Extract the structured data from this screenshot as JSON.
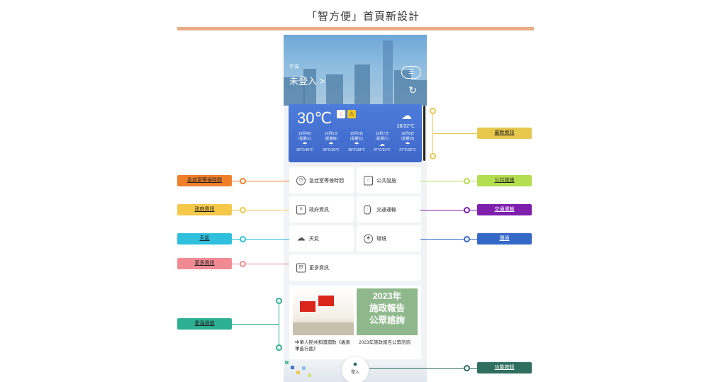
{
  "page_title": "「智方便」首頁新設計",
  "app": {
    "greeting": "午安",
    "login_text": "未登入 >",
    "menu_icon": "menu-icon",
    "refresh_icon": "refresh-icon",
    "weather": {
      "temperature": "30℃",
      "range": "28/32℃",
      "forecast": [
        {
          "date": "10月4日",
          "day": "(星期三)",
          "temp": "28℃/30℃",
          "icon": "rain-icon"
        },
        {
          "date": "10月5日",
          "day": "(星期四)",
          "temp": "28℃/30℃",
          "icon": "rain-icon"
        },
        {
          "date": "10月6日",
          "day": "(星期五)",
          "temp": "28℃/33℃",
          "icon": "rain-icon"
        },
        {
          "date": "10月7日",
          "day": "(星期六)",
          "temp": "27℃/31℃",
          "icon": "cloud-icon"
        },
        {
          "date": "10月8日",
          "day": "(星期日)",
          "temp": "27℃/32℃",
          "icon": "rain-icon"
        }
      ]
    },
    "services": [
      {
        "label": "急症室等候時間",
        "icon": "clock-icon"
      },
      {
        "label": "公共設施",
        "icon": "home-icon"
      },
      {
        "label": "政府資訊",
        "icon": "document-icon"
      },
      {
        "label": "交通運輸",
        "icon": "traffic-light-icon"
      },
      {
        "label": "天氣",
        "icon": "cloud-icon"
      },
      {
        "label": "環境",
        "icon": "leaf-icon"
      },
      {
        "label": "更多資訊",
        "icon": "grid-icon"
      }
    ],
    "featured": [
      {
        "caption": "中華人民共和國國歌《義勇軍進行曲》"
      },
      {
        "banner": "2023年 施政報告 公眾諮詢",
        "caption": "2023年施政報告公眾諮詢"
      }
    ],
    "banner_lines": [
      "2023年",
      "施政報告",
      "公眾諮詢"
    ],
    "nav_button": "登入"
  },
  "callouts": {
    "latest_info": "最新資訊",
    "ae_waiting": "急症室等候時間",
    "public_facilities": "公共設施",
    "gov_info": "政府資訊",
    "transport": "交通運輸",
    "weather": "天氣",
    "environment": "環境",
    "more_info": "更多資訊",
    "featured": "重溫增值",
    "function_button": "功能按鈕"
  },
  "colors": {
    "rule": "#e8ae86",
    "latest_info": "#e6c84e",
    "ae_waiting": "#f07f2a",
    "public_facilities": "#b4dd4f",
    "gov_info": "#f6c84a",
    "transport": "#7f1fae",
    "weather": "#2fc0de",
    "environment": "#3569c8",
    "more_info": "#f08a93",
    "featured": "#2bb093",
    "function_button": "#2e6f5f"
  }
}
